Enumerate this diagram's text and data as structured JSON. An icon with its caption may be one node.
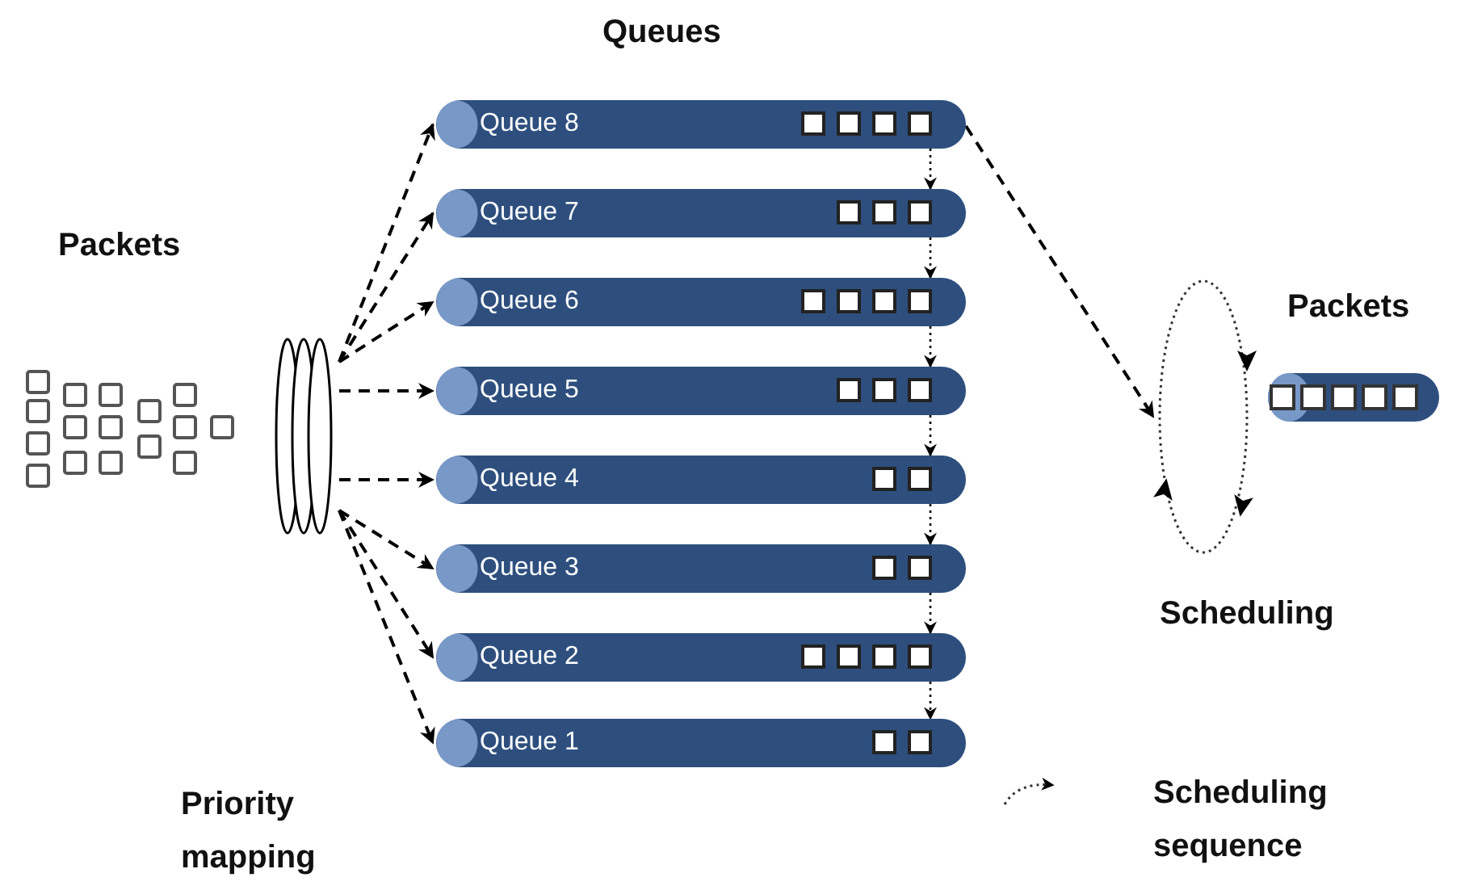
{
  "diagram": {
    "title": "Queues",
    "nodes": [
      {
        "text": [],
        "shape": "ellipse"
      },
      {
        "text": [
          "Queue 8"
        ]
      },
      {
        "text": [
          "Queue 7"
        ]
      },
      {
        "text": [
          "Queue 6"
        ]
      },
      {
        "text": [
          "Queue 5"
        ]
      },
      {
        "text": [
          "Queue 4"
        ]
      },
      {
        "text": [
          "Queue 3"
        ]
      },
      {
        "text": [
          "Queue 2"
        ]
      },
      {
        "text": [
          "Queue 1"
        ]
      },
      {
        "text": [],
        "shape": "circle",
        "beside": [
          "Scheduling"
        ]
      },
      {
        "text": [],
        "shape": "cylinder",
        "beside": [
          "Packets"
        ]
      }
    ],
    "edges": [
      {
        "from": 0,
        "to": 1,
        "arrow": "to",
        "style": "dashed"
      },
      {
        "from": 0,
        "to": 2,
        "arrow": "to",
        "style": "dashed"
      },
      {
        "from": 0,
        "to": 3,
        "arrow": "to",
        "style": "dashed"
      },
      {
        "from": 0,
        "to": 4,
        "arrow": "to",
        "style": "dashed"
      },
      {
        "from": 0,
        "to": 5,
        "arrow": "to",
        "style": "dashed"
      },
      {
        "from": 0,
        "to": 6,
        "arrow": "to",
        "style": "dashed"
      },
      {
        "from": 0,
        "to": 7,
        "arrow": "to",
        "style": "dashed"
      },
      {
        "from": 0,
        "to": 8,
        "arrow": "to",
        "style": "dashed"
      },
      {
        "from": 1,
        "to": 9,
        "arrow": "to",
        "style": "dashed"
      },
      {
        "from": 1,
        "to": 2,
        "arrow": "to"
      },
      {
        "from": 2,
        "to": 3,
        "arrow": "to"
      },
      {
        "from": 3,
        "to": 4,
        "arrow": "to"
      },
      {
        "from": 4,
        "to": 5,
        "arrow": "to"
      },
      {
        "from": 5,
        "to": 6,
        "arrow": "to"
      },
      {
        "from": 6,
        "to": 7,
        "arrow": "to"
      },
      {
        "from": 7,
        "to": 8,
        "arrow": "to"
      }
    ],
    "labels": [
      "Packets",
      "Priority mapping"
    ],
    "legend": [
      {
        "text": "Scheduling sequence"
      }
    ]
  }
}
